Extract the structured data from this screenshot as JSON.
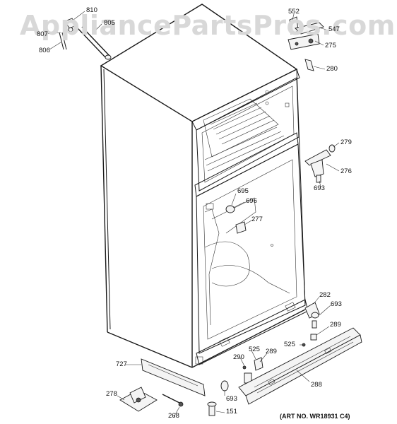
{
  "watermark": "AppliancePartsPros.com",
  "art_number": "(ART NO. WR18931 C4)",
  "callouts": [
    {
      "id": "810",
      "label": "810"
    },
    {
      "id": "807",
      "label": "807"
    },
    {
      "id": "805",
      "label": "805"
    },
    {
      "id": "806",
      "label": "806"
    },
    {
      "id": "552",
      "label": "552"
    },
    {
      "id": "547",
      "label": "547"
    },
    {
      "id": "275",
      "label": "275"
    },
    {
      "id": "280",
      "label": "280"
    },
    {
      "id": "279",
      "label": "279"
    },
    {
      "id": "276",
      "label": "276"
    },
    {
      "id": "693a",
      "label": "693"
    },
    {
      "id": "695",
      "label": "695"
    },
    {
      "id": "696",
      "label": "696"
    },
    {
      "id": "277",
      "label": "277"
    },
    {
      "id": "282",
      "label": "282"
    },
    {
      "id": "693b",
      "label": "693"
    },
    {
      "id": "289a",
      "label": "289"
    },
    {
      "id": "525a",
      "label": "525"
    },
    {
      "id": "525b",
      "label": "525"
    },
    {
      "id": "289b",
      "label": "289"
    },
    {
      "id": "290",
      "label": "290"
    },
    {
      "id": "288",
      "label": "288"
    },
    {
      "id": "727",
      "label": "727"
    },
    {
      "id": "278",
      "label": "278"
    },
    {
      "id": "693c",
      "label": "693"
    },
    {
      "id": "268",
      "label": "268"
    },
    {
      "id": "151",
      "label": "151"
    }
  ]
}
